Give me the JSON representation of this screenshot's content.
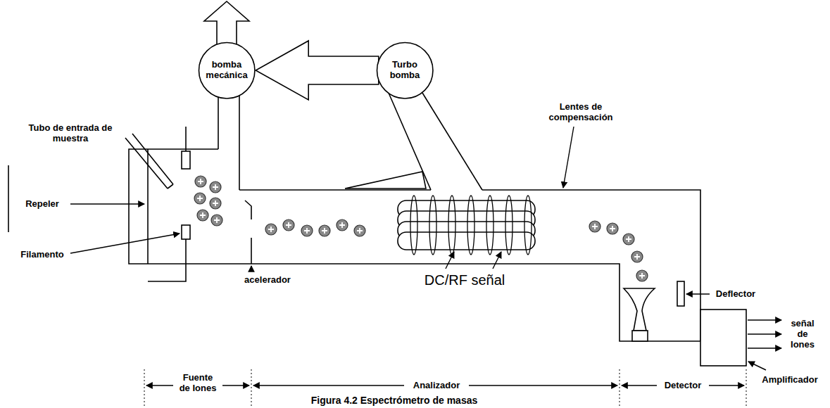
{
  "diagram": {
    "caption": "Figura 4.2 Espectrómetro de masas",
    "nodes": [
      {
        "text": [
          "bomba mecánica"
        ]
      },
      {
        "text": [
          "Turbo bomba"
        ]
      }
    ],
    "edges": [
      {
        "from": 1,
        "to": 0,
        "arrow": "to"
      }
    ],
    "labels": [
      "Tubo de entrada de muestra",
      "Repeler",
      "Filamento",
      "Lentes de compensación",
      "acelerador",
      "DC/RF señal",
      "Deflector",
      "señal de Iones",
      "Amplificador",
      "Fuente de Iones",
      "Analizador",
      "Detector"
    ]
  }
}
